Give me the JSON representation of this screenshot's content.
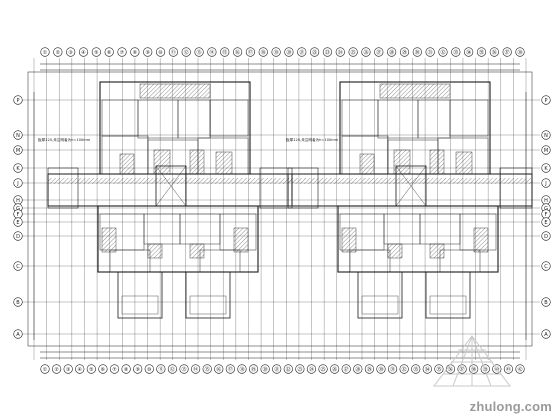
{
  "drawing": {
    "stroke_color": "#1a1a1a",
    "hatch_color": "#444444",
    "room_line_color": "#2b2b2b",
    "top_axis_labels": [
      "①",
      "②",
      "③",
      "④",
      "⑤",
      "⑥",
      "⑦",
      "⑧",
      "⑨",
      "⑩",
      "⑪",
      "⑫",
      "⑬",
      "⑭",
      "⑮",
      "⑯",
      "⑰",
      "⑱",
      "⑲",
      "⑳",
      "㉑",
      "㉒",
      "㉓",
      "㉔",
      "㉕",
      "㉖",
      "㉗",
      "㉘",
      "㉙",
      "㉚",
      "㉛",
      "㉜",
      "㉝",
      "㉞",
      "㉟",
      "㊱",
      "㊲",
      "㊳"
    ],
    "left_axis_labels": [
      "P",
      "N",
      "M",
      "K",
      "J",
      "H",
      "G",
      "F",
      "E",
      "D",
      "C",
      "B",
      "A"
    ],
    "bottom_axis_labels": [
      "①",
      "②",
      "③",
      "④",
      "⑤",
      "⑥",
      "⑦",
      "⑧",
      "⑨",
      "⑩",
      "⑪",
      "⑫",
      "⑬",
      "⑭",
      "⑮",
      "⑯",
      "⑰",
      "⑱",
      "⑲",
      "⑳",
      "㉑",
      "㉒",
      "㉓",
      "㉔",
      "㉕",
      "㉖",
      "㉗",
      "㉘",
      "㉙",
      "㉚",
      "㉛",
      "㉜",
      "㉝",
      "㉞",
      "㉟",
      "㊱",
      "㊲",
      "㊳",
      "㊴",
      "㊵",
      "㊶",
      "㊷"
    ],
    "annotation_left": "板厚120,未注明者为h=100mm",
    "annotation_right": "板厚120,未注明者为h=100mm"
  },
  "watermark": {
    "text": "zhulong.com",
    "color": "#9a9a9a"
  }
}
